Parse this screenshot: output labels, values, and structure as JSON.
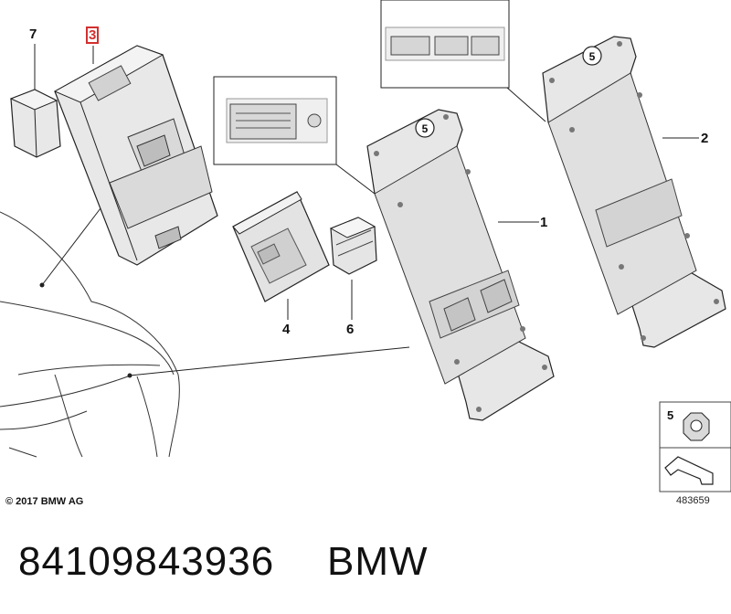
{
  "callouts": {
    "c1": "1",
    "c2": "2",
    "c3": "3",
    "c4": "4",
    "c5": "5",
    "c6": "6",
    "c7": "7"
  },
  "inset_labels": {
    "top_right": "5",
    "mid": "5",
    "legend": "5"
  },
  "footer": {
    "copyright": "© 2017 BMW AG",
    "reference": "483659",
    "part_number": "84109843936",
    "brand": "BMW"
  },
  "colors": {
    "line": "#222222",
    "part_fill": "#e6e6e6",
    "part_shade": "#c9c9c9",
    "highlight": "#d32f2f"
  }
}
